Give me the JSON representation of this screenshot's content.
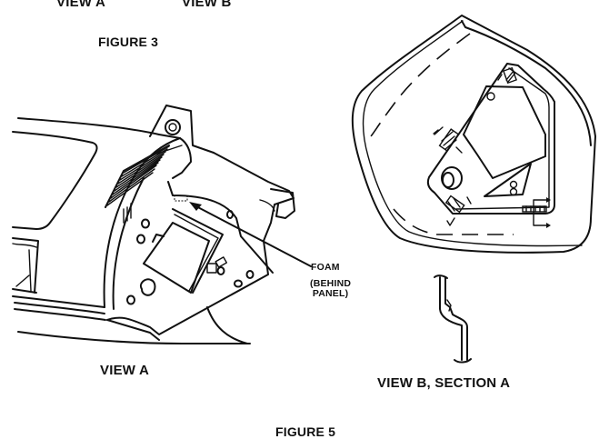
{
  "figure3": {
    "view_a_label": "VIEW A",
    "view_b_label": "VIEW B",
    "caption": "FIGURE 3"
  },
  "figure5": {
    "view_a": {
      "label": "VIEW A",
      "callout": {
        "title": "FOAM",
        "note_line1": "(BEHIND",
        "note_line2": "PANEL)"
      }
    },
    "view_b": {
      "section_label": "VIEW B, SECTION A"
    },
    "caption": "FIGURE 5"
  },
  "colors": {
    "ink": "#111111",
    "paper": "#ffffff"
  }
}
